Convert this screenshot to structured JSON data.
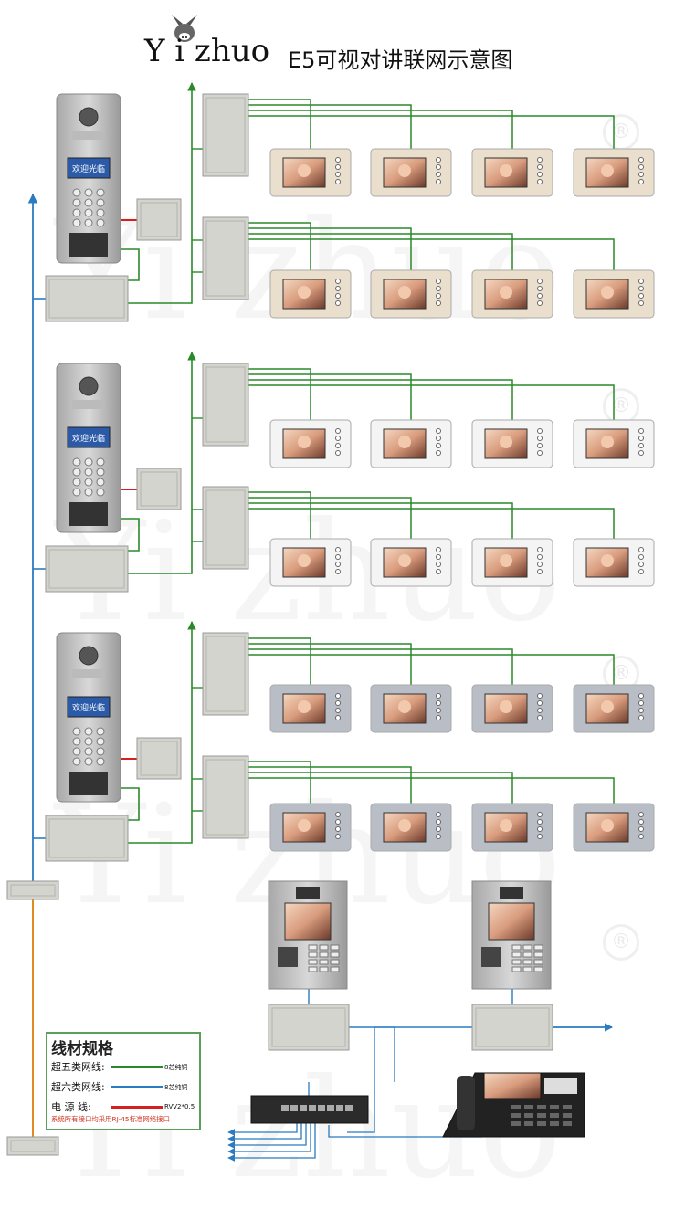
{
  "title": {
    "brand": "Y  i zhuo",
    "text": "E5可视对讲联网示意图"
  },
  "legend": {
    "title": "线材规格",
    "rows": [
      {
        "label": "超五类网线:",
        "color": "#2a8a2a",
        "spec": "8芯纯铜"
      },
      {
        "label": "超六类网线:",
        "color": "#2a7bc0",
        "spec": "8芯纯铜"
      },
      {
        "label": "电    源  线:",
        "color": "#d42020",
        "spec": "RVV2*0.5"
      }
    ],
    "note": "系统所有接口均采用RJ-45标准网络接口"
  },
  "panel_label": "欢迎光临",
  "colors": {
    "green_wire": "#2a8a2a",
    "blue_wire": "#2a7bc0",
    "red_wire": "#d42020",
    "orange_wire": "#e08a20"
  },
  "watermark": {
    "text": "Yi zhuo",
    "reg": "®"
  }
}
